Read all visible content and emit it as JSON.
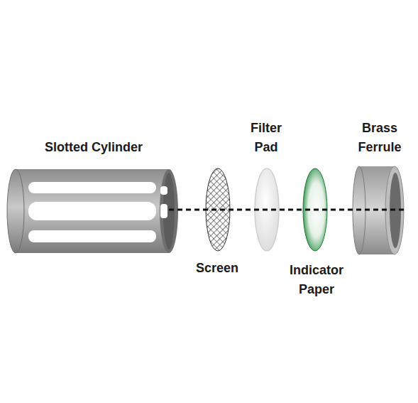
{
  "diagram": {
    "labels": [
      "Slotted Cylinder",
      "Filter Pad",
      "Brass Ferrule",
      "Screen",
      "Indicator Paper"
    ]
  }
}
